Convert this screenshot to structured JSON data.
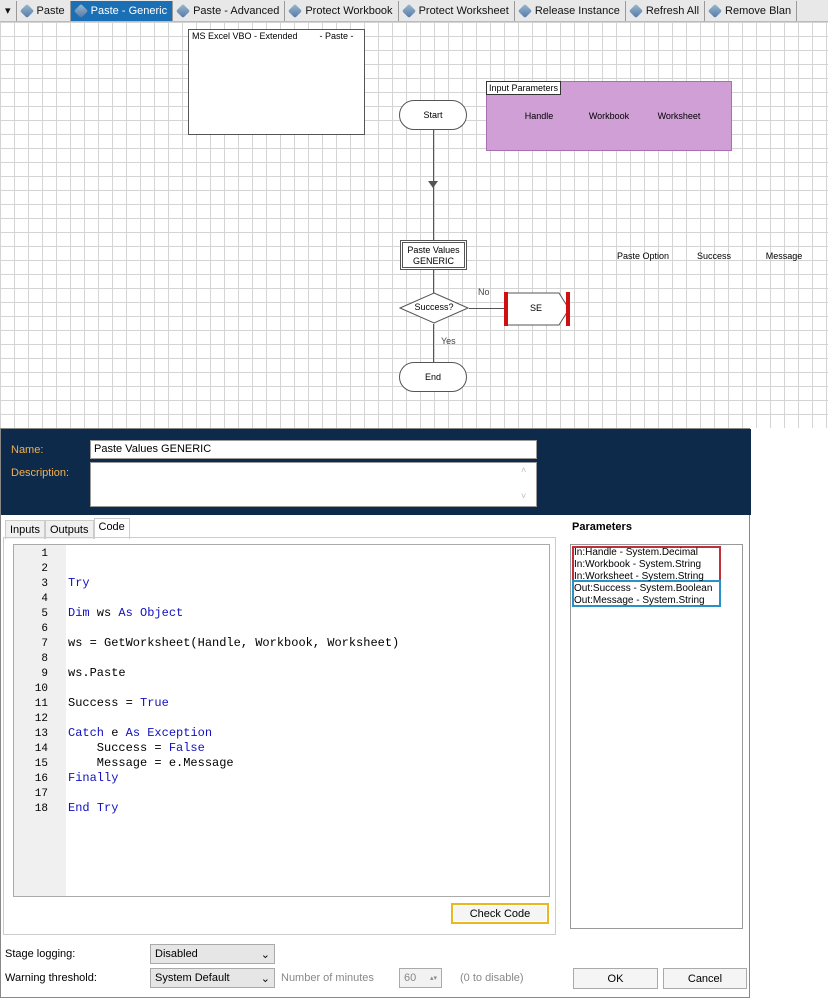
{
  "tabs": [
    "Paste",
    "Paste - Generic",
    "Paste - Advanced",
    "Protect Workbook",
    "Protect Worksheet",
    "Release Instance",
    "Refresh All",
    "Remove Blan"
  ],
  "diagram": {
    "note_title": "MS Excel VBO - Extended",
    "note_page": "- Paste -",
    "input_params_label": "Input Parameters",
    "inputs": [
      "Handle",
      "Workbook",
      "Worksheet"
    ],
    "start": "Start",
    "action": "Paste Values GENERIC",
    "decision": "Success?",
    "no_label": "No",
    "yes_label": "Yes",
    "exception": "SE",
    "end": "End",
    "data_items": [
      "Paste Option",
      "Success",
      "Message"
    ]
  },
  "dialog": {
    "name_label": "Name:",
    "name_value": "Paste Values GENERIC",
    "description_label": "Description:",
    "description_value": "",
    "tabs": [
      "Inputs",
      "Outputs",
      "Code"
    ],
    "parameters_title": "Parameters",
    "parameters": [
      "In:Handle - System.Decimal",
      "In:Workbook - System.String",
      "In:Worksheet - System.String",
      "Out:Success - System.Boolean",
      "Out:Message - System.String"
    ],
    "code_lines": [
      "",
      "",
      "Try",
      "",
      "Dim ws As Object",
      "",
      "ws = GetWorksheet(Handle, Workbook, Worksheet)",
      "",
      "ws.Paste",
      "",
      "Success = True",
      "",
      "Catch e As Exception",
      "    Success = False",
      "    Message = e.Message",
      "Finally",
      "",
      "End Try"
    ],
    "check_code": "Check Code",
    "stage_logging_label": "Stage logging:",
    "stage_logging_value": "Disabled",
    "warning_label": "Warning threshold:",
    "warning_value": "System Default",
    "minutes_label": "Number of minutes",
    "minutes_value": "60",
    "minutes_hint": "(0 to disable)",
    "ok": "OK",
    "cancel": "Cancel"
  }
}
